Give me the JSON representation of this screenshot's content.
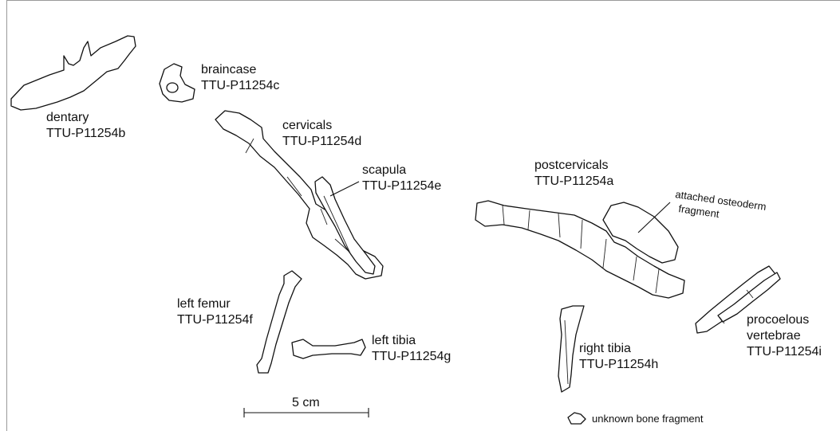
{
  "specimens": {
    "dentary": {
      "name": "dentary",
      "id": "TTU-P11254b"
    },
    "braincase": {
      "name": "braincase",
      "id": "TTU-P11254c"
    },
    "cervicals": {
      "name": "cervicals",
      "id": "TTU-P11254d"
    },
    "scapula": {
      "name": "scapula",
      "id": "TTU-P11254e"
    },
    "postcervicals": {
      "name": "postcervicals",
      "id": "TTU-P11254a"
    },
    "left_femur": {
      "name": "left femur",
      "id": "TTU-P11254f"
    },
    "left_tibia": {
      "name": "left tibia",
      "id": "TTU-P11254g"
    },
    "right_tibia": {
      "name": "right tibia",
      "id": "TTU-P11254h"
    },
    "procoelous": {
      "line1": "procoelous",
      "line2": "vertebrae",
      "id": "TTU-P11254i"
    }
  },
  "osteoderm_label": {
    "line1": "attached osteoderm",
    "line2": "fragment"
  },
  "scale_bar": {
    "label": "5 cm"
  },
  "legend": {
    "unknown_fragment": "unknown bone fragment"
  }
}
